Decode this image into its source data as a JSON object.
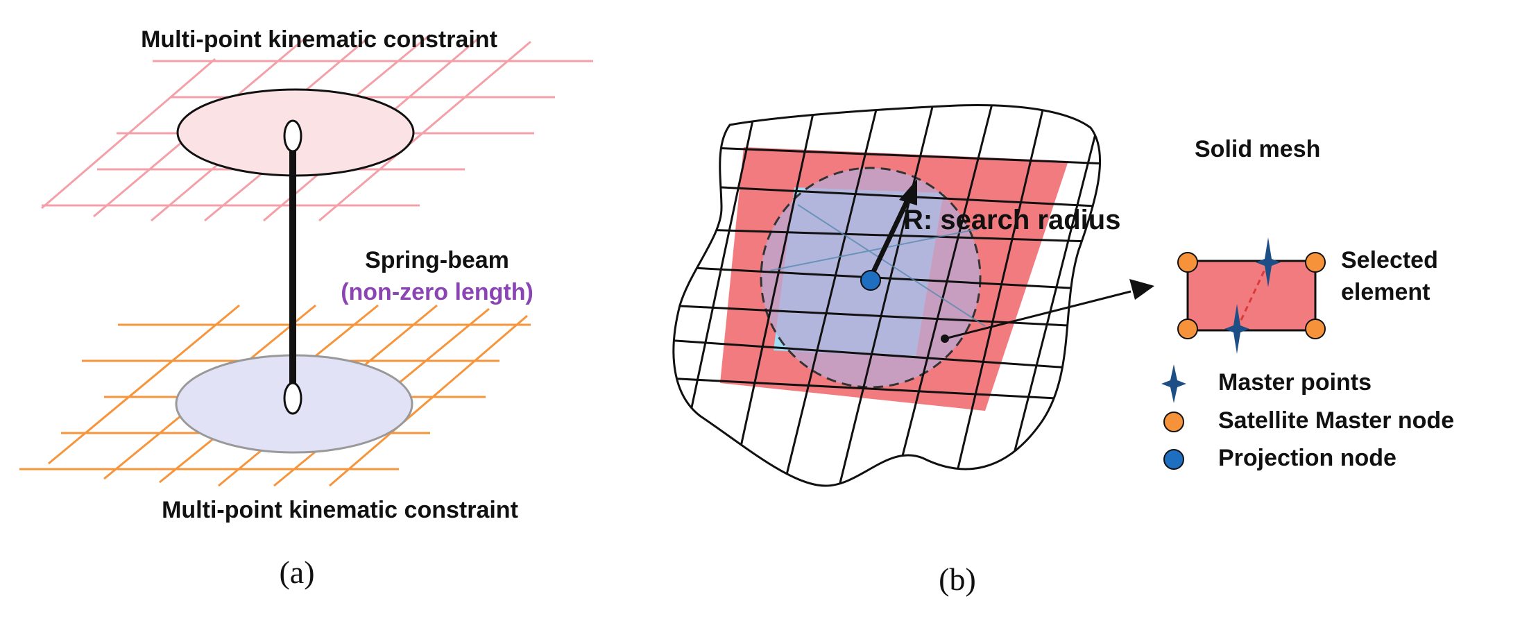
{
  "panel_a": {
    "top_label": "Multi-point kinematic constraint",
    "bottom_label": "Multi-point kinematic constraint",
    "beam_label": "Spring-beam",
    "beam_sublabel": "(non-zero length)",
    "caption": "(a)"
  },
  "panel_b": {
    "mesh_label": "Solid mesh",
    "radius_label": "R: search radius",
    "element_label_line1": "Selected",
    "element_label_line2": "element",
    "legend": {
      "master_points": "Master points",
      "satellite_master_node": "Satellite Master node",
      "projection_node": "Projection node"
    },
    "caption": "(b)"
  },
  "colors": {
    "top_grid": "#f4a0a8",
    "top_ellipse": "#fbe2e4",
    "bottom_grid": "#f6953c",
    "bottom_ellipse": "#e2e2f6",
    "selected_fill": "#f27b7f",
    "search_circle": "#b8a9d4",
    "inner_cells": "#9fdcf5",
    "satellite_node": "#f6923a",
    "projection_node": "#1e6fc0",
    "master_point": "#1d4f86",
    "sublabel_purple": "#8a44b4"
  }
}
